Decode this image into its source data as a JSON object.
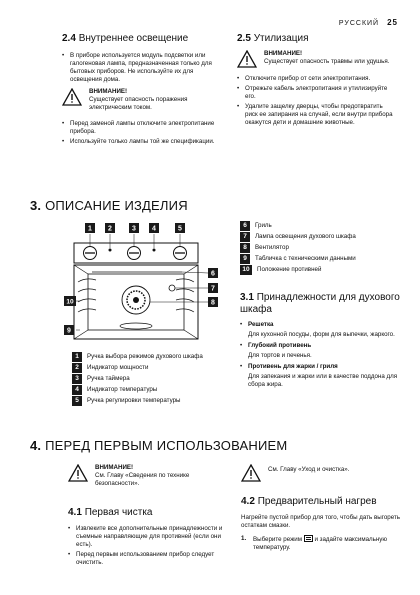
{
  "header": {
    "lang": "РУССКИЙ",
    "page": "25"
  },
  "s24": {
    "num": "2.4",
    "title": "Внутреннее освещение",
    "bullets": [
      "В приборе используется модуль подсветки или галогеновая лампа, предназначенная только для бытовых приборов. Не используйте их для освещения дома."
    ],
    "warn_title": "ВНИМАНИЕ!",
    "warn_text": "Существует опасность поражения электрическим током.",
    "bullets2": [
      "Перед заменой лампы отключите электропитание прибора.",
      "Используйте только лампы той же спецификации."
    ]
  },
  "s25": {
    "num": "2.5",
    "title": "Утилизация",
    "warn_title": "ВНИМАНИЕ!",
    "warn_text": "Существует опасность травмы или удушья.",
    "bullets": [
      "Отключите прибор от сети электропитания.",
      "Отрежьте кабель электропитания и утилизируйте его.",
      "Удалите защелку дверцы, чтобы предотвратить риск ее запирания на случай, если внутри прибора окажутся дети и домашние животные."
    ]
  },
  "s3": {
    "num": "3.",
    "title": "ОПИСАНИЕ ИЗДЕЛИЯ",
    "legend_left": [
      {
        "n": "1",
        "text": "Ручка выбора режимов духового шкафа"
      },
      {
        "n": "2",
        "text": "Индикатор мощности"
      },
      {
        "n": "3",
        "text": "Ручка таймера"
      },
      {
        "n": "4",
        "text": "Индикатор температуры"
      },
      {
        "n": "5",
        "text": "Ручка регулировки температуры"
      }
    ],
    "legend_right": [
      {
        "n": "6",
        "text": "Гриль"
      },
      {
        "n": "7",
        "text": "Лампа освещения духового шкафа"
      },
      {
        "n": "8",
        "text": "Вентилятор"
      },
      {
        "n": "9",
        "text": "Табличка с техническими данными"
      },
      {
        "n": "10",
        "text": "Положение противней"
      }
    ],
    "diagram_labels": [
      "1",
      "2",
      "3",
      "4",
      "5",
      "6",
      "7",
      "8",
      "9",
      "10"
    ]
  },
  "s31": {
    "num": "3.1",
    "title": "Принадлежности для духового шкафа",
    "items": [
      {
        "title": "Решетка",
        "text": "Для кухонной посуды, форм для выпечки, жаркого."
      },
      {
        "title": "Глубокий противень",
        "text": "Для тортов и печенья."
      },
      {
        "title": "Противень для жарки / гриля",
        "text": "Для запекания и жарки или в качестве поддона для сбора жира."
      }
    ]
  },
  "s4": {
    "num": "4.",
    "title": "ПЕРЕД ПЕРВЫМ ИСПОЛЬЗОВАНИЕМ",
    "warn_title": "ВНИМАНИЕ!",
    "warn_text": "См. Главу «Сведения по технике безопасности».",
    "note_text": "См. Главу «Уход и очистка»."
  },
  "s41": {
    "num": "4.1",
    "title": "Первая чистка",
    "bullets": [
      "Извлеките все дополнительные принадлежности и съемные направляющие для противней (если они есть).",
      "Перед первым использованием прибор следует очистить."
    ]
  },
  "s42": {
    "num": "4.2",
    "title": "Предварительный нагрев",
    "intro": "Нагрейте пустой прибор для того, чтобы дать выгореть остаткам смазки.",
    "step_num": "1.",
    "step_a": "Выберите режим",
    "step_b": "и задайте максимальную температуру."
  }
}
